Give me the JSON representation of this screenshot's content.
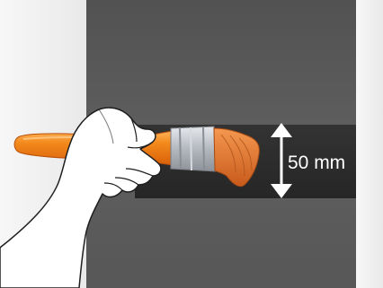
{
  "illustration": {
    "measurement": {
      "value": "50",
      "unit": "mm"
    },
    "label": "50 mm"
  },
  "colors": {
    "wall_panel": "#5b5b5b",
    "painted_band": "#2d2d2d",
    "background_side": "#f2f2f2",
    "brush_handle": "#f07a10",
    "brush_ferrule": "#b9bcc2",
    "brush_bristles": "#e8742a",
    "arrow_and_text": "#ffffff"
  },
  "icons": [
    "hand-icon",
    "paint-brush-icon",
    "double-arrow-icon"
  ]
}
